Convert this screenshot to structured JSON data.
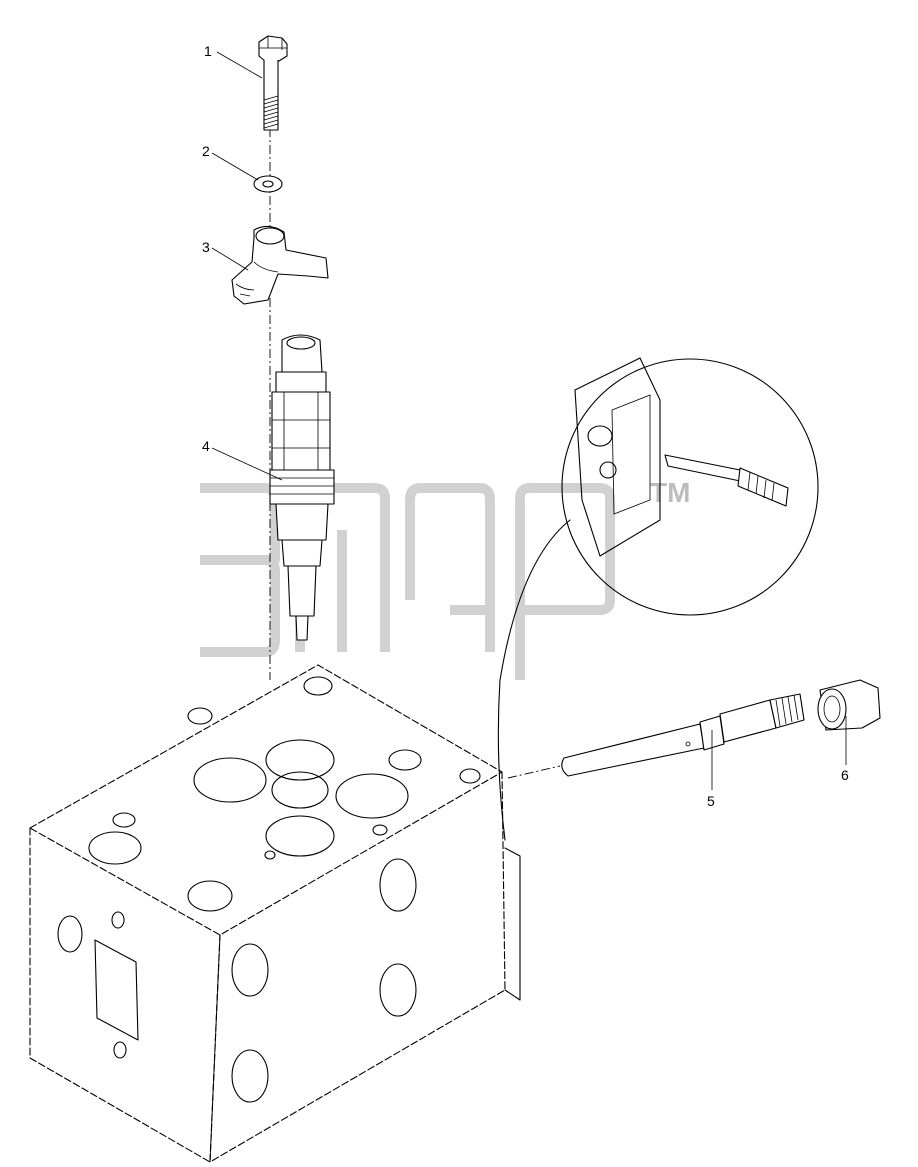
{
  "diagram": {
    "callouts": [
      {
        "id": "1",
        "label": "1"
      },
      {
        "id": "2",
        "label": "2"
      },
      {
        "id": "3",
        "label": "3"
      },
      {
        "id": "4",
        "label": "4"
      },
      {
        "id": "5",
        "label": "5"
      },
      {
        "id": "6",
        "label": "6"
      }
    ],
    "watermark": {
      "text": "ЗИП",
      "trademark": "TM"
    },
    "colors": {
      "line": "#000000",
      "watermark": "#c9c9c9",
      "background": "#ffffff"
    }
  }
}
